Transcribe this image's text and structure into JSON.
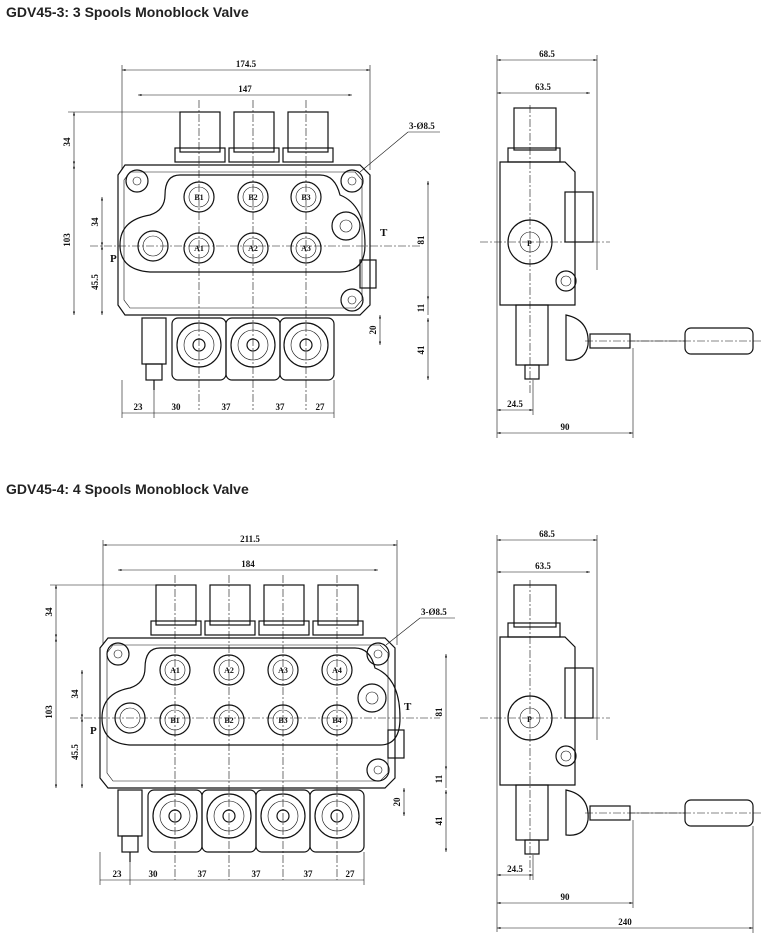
{
  "section1": {
    "title": "GDV45-3: 3 Spools Monoblock Valve",
    "front": {
      "dims": {
        "overall_width": "174.5",
        "inner_width": "147",
        "top_height": "34",
        "body_height": "103",
        "port_row": "34",
        "p_height": "45.5",
        "right_height": "81",
        "right_small": "11",
        "bottom_20": "20",
        "bottom_41": "41",
        "bottom": [
          "23",
          "30",
          "37",
          "37",
          "27"
        ],
        "hole_callout": "3-Ø8.5"
      },
      "labels": {
        "p": "P",
        "t": "T"
      },
      "ports_top": [
        "B1",
        "B2",
        "B3"
      ],
      "ports_bottom": [
        "A1",
        "A2",
        "A3"
      ]
    },
    "side": {
      "dims": {
        "d1": "68.5",
        "d2": "63.5",
        "d3": "24.5",
        "d4": "90"
      },
      "label": "P"
    }
  },
  "section2": {
    "title": "GDV45-4: 4 Spools Monoblock Valve",
    "front": {
      "dims": {
        "overall_width": "211.5",
        "inner_width": "184",
        "top_height": "34",
        "body_height": "103",
        "port_row": "34",
        "p_height": "45.5",
        "right_height": "81",
        "right_small": "11",
        "bottom_20": "20",
        "bottom_41": "41",
        "bottom": [
          "23",
          "30",
          "37",
          "37",
          "37",
          "27"
        ],
        "hole_callout": "3-Ø8.5"
      },
      "labels": {
        "p": "P",
        "t": "T"
      },
      "ports_top": [
        "A1",
        "A2",
        "A3",
        "A4"
      ],
      "ports_bottom": [
        "B1",
        "B2",
        "B3",
        "B4"
      ]
    },
    "side": {
      "dims": {
        "d1": "68.5",
        "d2": "63.5",
        "d3": "24.5",
        "d4": "90",
        "d5": "240"
      },
      "label": "P"
    }
  }
}
